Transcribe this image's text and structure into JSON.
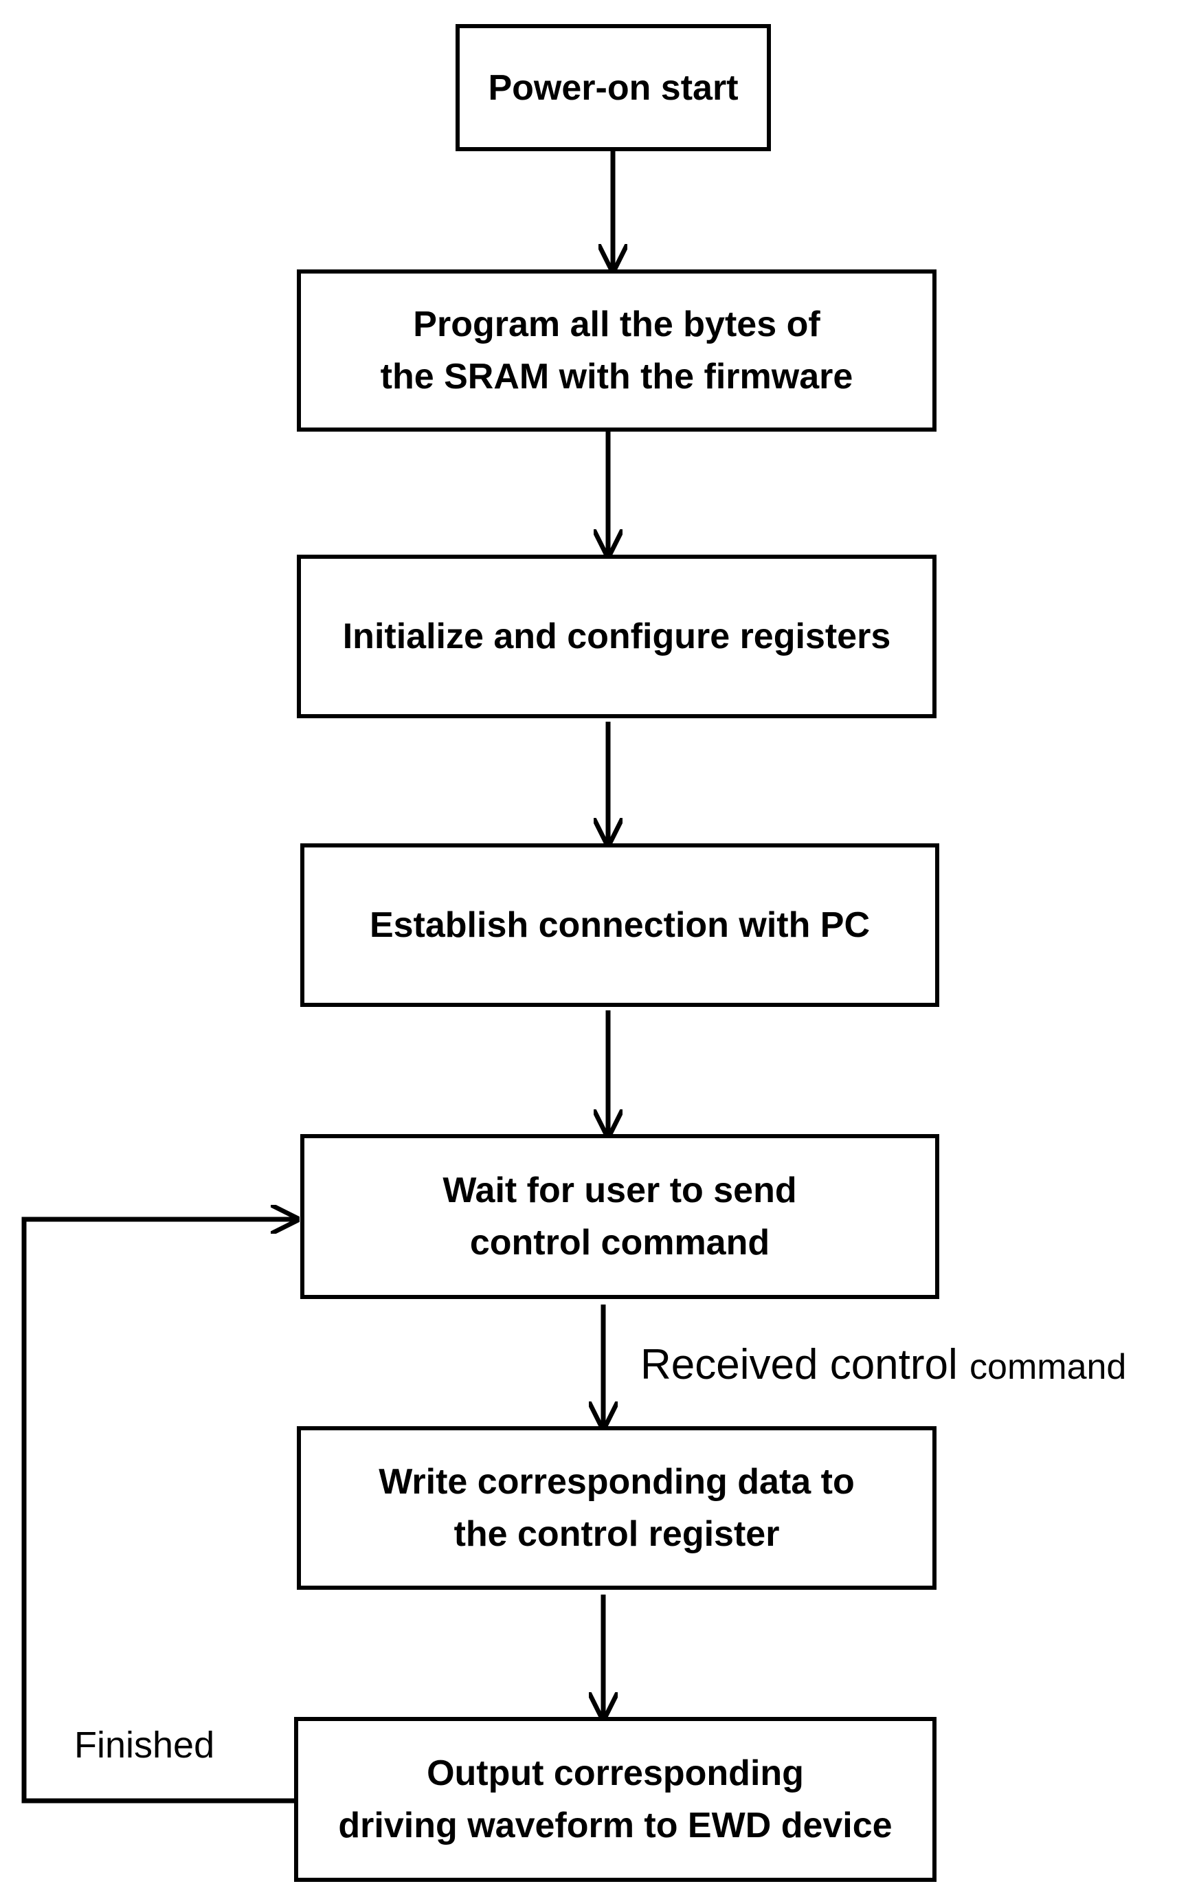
{
  "nodes": {
    "power_on": {
      "lines": [
        "Power-on start"
      ]
    },
    "program_sram": {
      "lines": [
        "Program all the bytes of",
        "the SRAM with the firmware"
      ]
    },
    "init_registers": {
      "lines": [
        "Initialize and configure registers"
      ]
    },
    "establish_connection": {
      "lines": [
        "Establish connection with PC"
      ]
    },
    "wait_command": {
      "lines": [
        "Wait for user to send",
        "control command"
      ]
    },
    "write_data": {
      "lines": [
        "Write corresponding data to",
        "the control register"
      ]
    },
    "output_waveform": {
      "lines": [
        "Output corresponding",
        "driving waveform to EWD device"
      ]
    }
  },
  "edge_labels": {
    "received": {
      "main": "Received control",
      "small": "command"
    },
    "finished": "Finished"
  },
  "colors": {
    "stroke": "#000000",
    "background": "#ffffff"
  }
}
